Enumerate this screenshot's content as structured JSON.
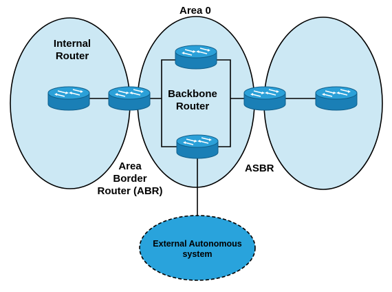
{
  "diagram": {
    "labels": {
      "area0": "Area 0",
      "internal_line1": "Internal",
      "internal_line2": "Router",
      "backbone_line1": "Backbone",
      "backbone_line2": "Router",
      "abr_line1": "Area",
      "abr_line2": "Border",
      "abr_line3": "Router (ABR)",
      "asbr": "ASBR",
      "external_line1": "External Autonomous",
      "external_line2": "system"
    },
    "colors": {
      "area_fill": "#cce8f4",
      "external_fill": "#29a3dc",
      "router_top": "#2ba0d8",
      "router_body": "#1a7fb6",
      "router_shadow": "#0f5e8a",
      "stroke": "#000000"
    },
    "icons": {
      "router": "router-icon"
    }
  }
}
